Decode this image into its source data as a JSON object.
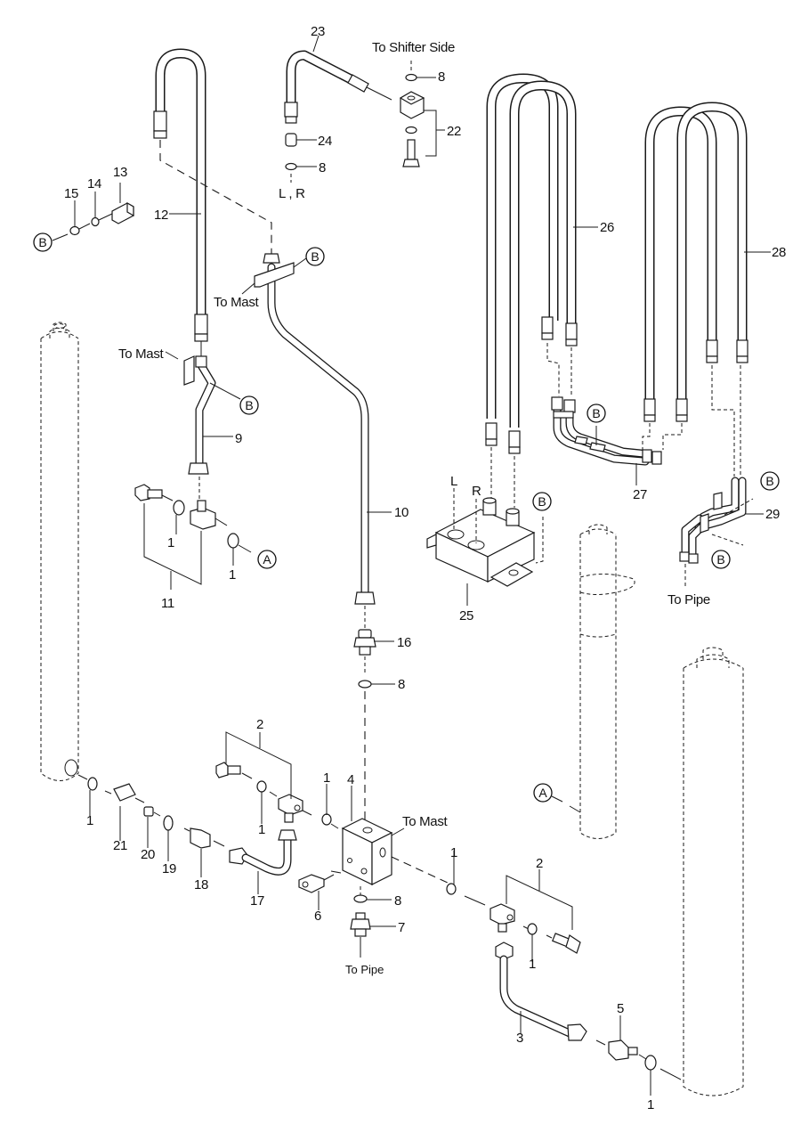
{
  "diagram": {
    "title": "Hydraulic piping exploded parts diagram",
    "callouts": {
      "c1a": "1",
      "c1b": "1",
      "c1c": "1",
      "c1d": "1",
      "c1e": "1",
      "c1f": "1",
      "c1g": "1",
      "c1h": "1",
      "c2a": "2",
      "c2b": "2",
      "c3": "3",
      "c4": "4",
      "c5": "5",
      "c6": "6",
      "c7": "7",
      "c8a": "8",
      "c8b": "8",
      "c8c": "8",
      "c8d": "8",
      "c9": "9",
      "c10": "10",
      "c11": "11",
      "c12": "12",
      "c13": "13",
      "c14": "14",
      "c15": "15",
      "c16": "16",
      "c17": "17",
      "c18": "18",
      "c19": "19",
      "c20": "20",
      "c21": "21",
      "c22": "22",
      "c23": "23",
      "c24": "24",
      "c25": "25",
      "c26": "26",
      "c27": "27",
      "c28": "28",
      "c29": "29"
    },
    "annotations": {
      "to_shifter_side": "To Shifter Side",
      "l_r": "L , R",
      "to_mast_top": "To Mast",
      "to_mast_left": "To Mast",
      "to_mast_block": "To Mast",
      "to_pipe_block": "To Pipe",
      "to_pipe_right": "To Pipe",
      "L": "L",
      "R": "R"
    },
    "reference_markers": {
      "A": "A",
      "B": "B"
    }
  }
}
